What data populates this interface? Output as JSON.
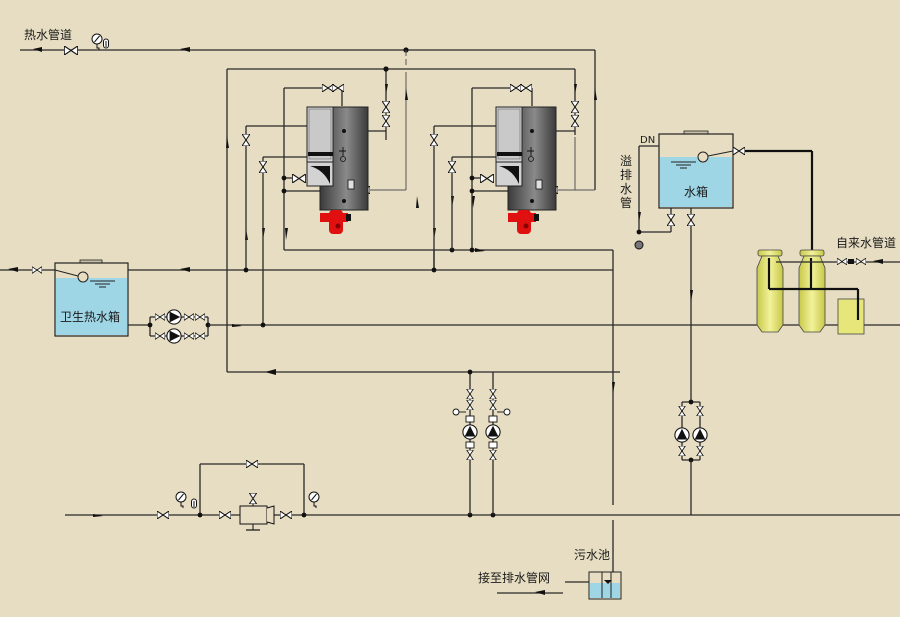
{
  "diagram": {
    "type": "hot water system piping diagram",
    "colors": {
      "background": "#e6ddc2",
      "water": "#9fd6e6",
      "boiler_body": "#555555",
      "burner": "#e01010",
      "softener": "#e6e67a",
      "pipe": "#2a2a2a"
    }
  },
  "labels": {
    "hot_water_pipe": "热水管道",
    "sanitary_tank": "卫生热水箱",
    "water_tank": "水箱",
    "overflow_pipe": [
      "溢",
      "排",
      "水",
      "管"
    ],
    "dn": "DN",
    "tap_water_pipe": "自来水管道",
    "sewage_pool": "污水池",
    "to_drain_network": "接至排水管网"
  },
  "components": [
    {
      "id": "boiler-1",
      "name": "Boiler 1"
    },
    {
      "id": "boiler-2",
      "name": "Boiler 2"
    },
    {
      "id": "sanitary-hot-water-tank",
      "name": "卫生热水箱"
    },
    {
      "id": "water-tank",
      "name": "水箱"
    },
    {
      "id": "softener-1",
      "name": "Softener 1"
    },
    {
      "id": "softener-2",
      "name": "Softener 2"
    },
    {
      "id": "brine-tank",
      "name": "Brine tank"
    },
    {
      "id": "circulation-pump-group",
      "name": "Circulation pumps"
    },
    {
      "id": "feed-pump-group",
      "name": "Feed pumps"
    },
    {
      "id": "make-up-pump-group",
      "name": "Make-up pumps"
    },
    {
      "id": "pressure-reducing-station",
      "name": "Pressure reducing station"
    },
    {
      "id": "sewage-pool",
      "name": "污水池"
    }
  ]
}
